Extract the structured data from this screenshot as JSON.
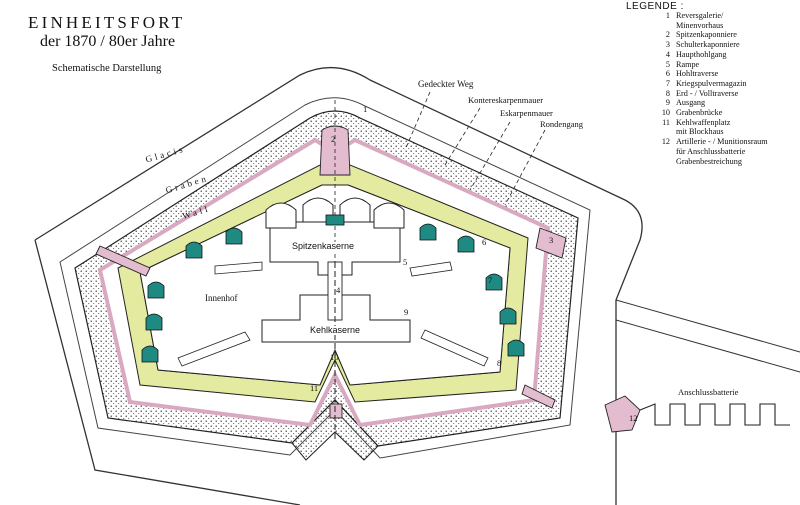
{
  "header": {
    "title": "EINHEITSFORT",
    "subtitle": "der 1870 / 80er Jahre",
    "caption": "Schematische Darstellung"
  },
  "legend": {
    "heading": "LEGENDE :",
    "items": [
      {
        "num": "1",
        "text": "Reversgalerie/\nMinenvorhaus"
      },
      {
        "num": "2",
        "text": "Spitzenkaponniere"
      },
      {
        "num": "3",
        "text": "Schulterkaponniere"
      },
      {
        "num": "4",
        "text": "Haupthohlgang"
      },
      {
        "num": "5",
        "text": "Rampe"
      },
      {
        "num": "6",
        "text": "Hohltraverse"
      },
      {
        "num": "7",
        "text": "Kriegspulvermagazin"
      },
      {
        "num": "8",
        "text": "Erd - / Volltraverse"
      },
      {
        "num": "9",
        "text": "Ausgang"
      },
      {
        "num": "10",
        "text": "Grabenbrücke"
      },
      {
        "num": "11",
        "text": "Kehlwaffenplatz\nmit Blockhaus"
      },
      {
        "num": "12",
        "text": "Artillerie - / Munitionsraum\nfür  Anschlussbatterie\nGrabenbestreichung"
      }
    ]
  },
  "labels": {
    "gedeckter_weg": "Gedeckter Weg",
    "kontereskarpenmauer": "Kontereskarpenmauer",
    "eskarpenmauer": "Eskarpenmauer",
    "rondengang": "Rondengang",
    "glacis": "Glacis",
    "graben": "Graben",
    "wall": "Wall",
    "spitzenkaserne": "Spitzenkaserne",
    "kehlkaserne": "Kehlkaserne",
    "innenhof": "Innenhof",
    "anschlussbatterie": "Anschlussbatterie"
  },
  "plan_numbers": {
    "n1": "1",
    "n2": "2",
    "n3": "3",
    "n4": "4",
    "n5": "5",
    "n6": "6",
    "n7": "7",
    "n8": "8",
    "n9": "9",
    "n10": "10",
    "n11": "11",
    "n12": "12"
  },
  "colors": {
    "rampart_fill": "#e4eaa0",
    "masonry_pink": "#e3bcd0",
    "casemate_teal": "#1e8a82",
    "outline": "#222222"
  }
}
